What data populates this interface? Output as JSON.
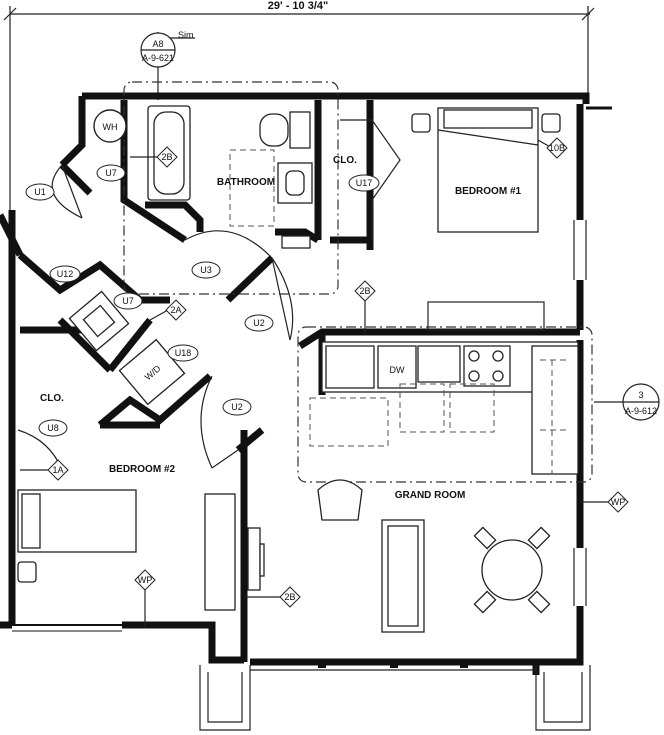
{
  "dimension": {
    "overall_width": "29' - 10 3/4\"",
    "sim": "Sim"
  },
  "section_marks": [
    {
      "id": "A8",
      "sheet": "A-9-621"
    },
    {
      "id": "3",
      "sheet": "A-9-612"
    }
  ],
  "rooms": {
    "bathroom": "BATHROOM",
    "bedroom1": "BEDROOM #1",
    "bedroom2": "BEDROOM #2",
    "closet1": "CLO.",
    "closet2": "CLO.",
    "grand_room": "GRAND ROOM"
  },
  "fixtures": {
    "water_heater": "WH",
    "dishwasher": "DW",
    "washer_dryer": "W/D"
  },
  "door_tags": {
    "u1": "U1",
    "u7a": "U7",
    "u7b": "U7",
    "u3": "U3",
    "u12": "U12",
    "u17": "U17",
    "u2a": "U2",
    "u2b": "U2",
    "u18": "U18",
    "u8": "U8"
  },
  "diamond_tags": {
    "d2b_bath": "2B",
    "d10b": "10B",
    "d2b_top": "2B",
    "d2a": "2A",
    "d1a": "1A",
    "dwp_right": "WP",
    "dwp_bed2": "WP",
    "d2b_bottom": "2B"
  }
}
